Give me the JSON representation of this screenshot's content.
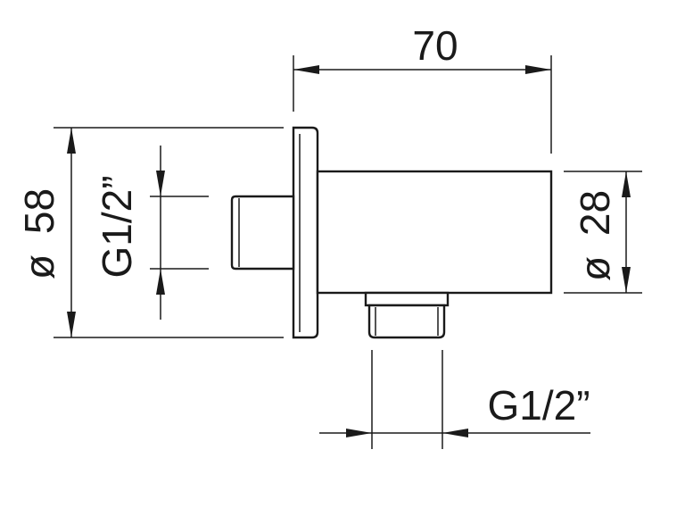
{
  "dimensions": {
    "overall_length": "70",
    "flange_diameter": "58",
    "body_width": "28",
    "inlet_thread": "G1/2”",
    "outlet_thread": "G1/2”",
    "diameter_symbol": "ø"
  },
  "colors": {
    "line": "#1a1a1a",
    "background": "#ffffff"
  }
}
